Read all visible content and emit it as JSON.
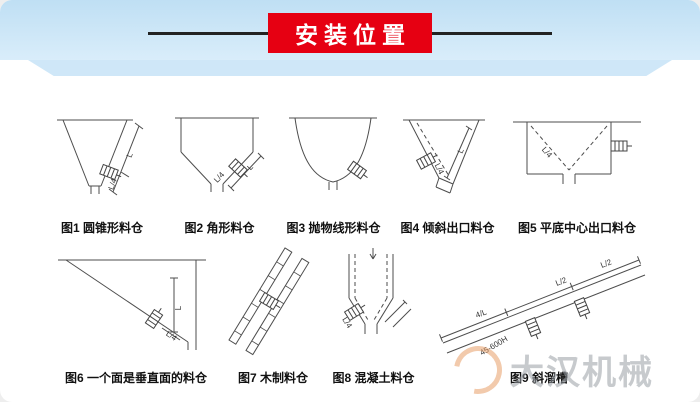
{
  "header": {
    "title": "安装位置"
  },
  "figures": [
    {
      "caption": "图1 圆锥形料仓",
      "dim_l": "L",
      "dim_l4": "L/4"
    },
    {
      "caption": "图2 角形料仓",
      "dim_l": "L",
      "dim_l4": "L/4"
    },
    {
      "caption": "图3 抛物线形料仓"
    },
    {
      "caption": "图4 倾斜出口料仓",
      "dim_l": "L",
      "dim_l4": "L/4"
    },
    {
      "caption": "图5 平底中心出口料仓",
      "dim_l4": "L/4"
    },
    {
      "caption": "图6 一个面是垂直面的料仓",
      "dim_l": "L",
      "dim_l4": "L/4"
    },
    {
      "caption": "图7 木制料仓"
    },
    {
      "caption": "图8 混凝土料仓",
      "dim_l4": "L/4"
    },
    {
      "caption": "图9 斜溜槽",
      "dims": [
        "4/L",
        "L/2",
        "L/2",
        "45-600H"
      ]
    }
  ],
  "watermark": {
    "brand": "大汉机械"
  },
  "colors": {
    "banner_red": "#e60012",
    "sky_blue": "#c5e3f6",
    "line": "#4d4d4d"
  }
}
